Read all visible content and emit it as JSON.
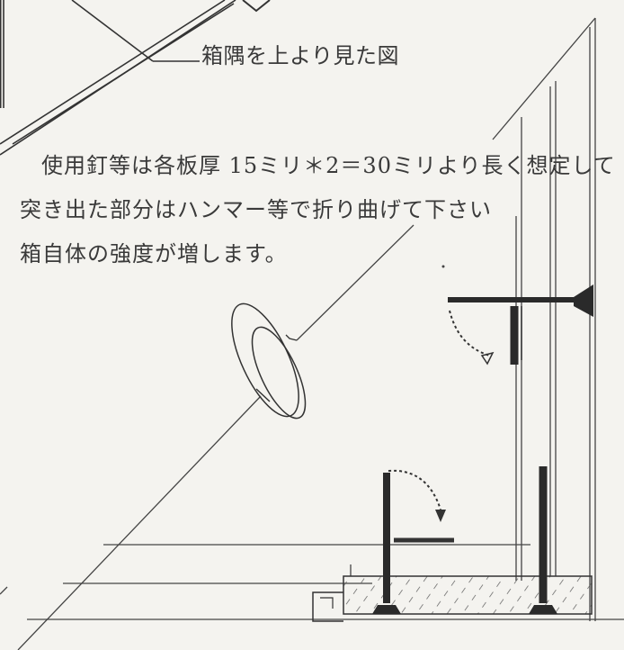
{
  "labels": {
    "top_caption": "箱隅を上より見た図",
    "note_line1": "使用釘等は各板厚 15ミリ＊2＝30ミリより長く想定して",
    "note_line2": "突き出た部分はハンマー等で折り曲げて下さい",
    "note_line3": "箱自体の強度が増します。"
  }
}
